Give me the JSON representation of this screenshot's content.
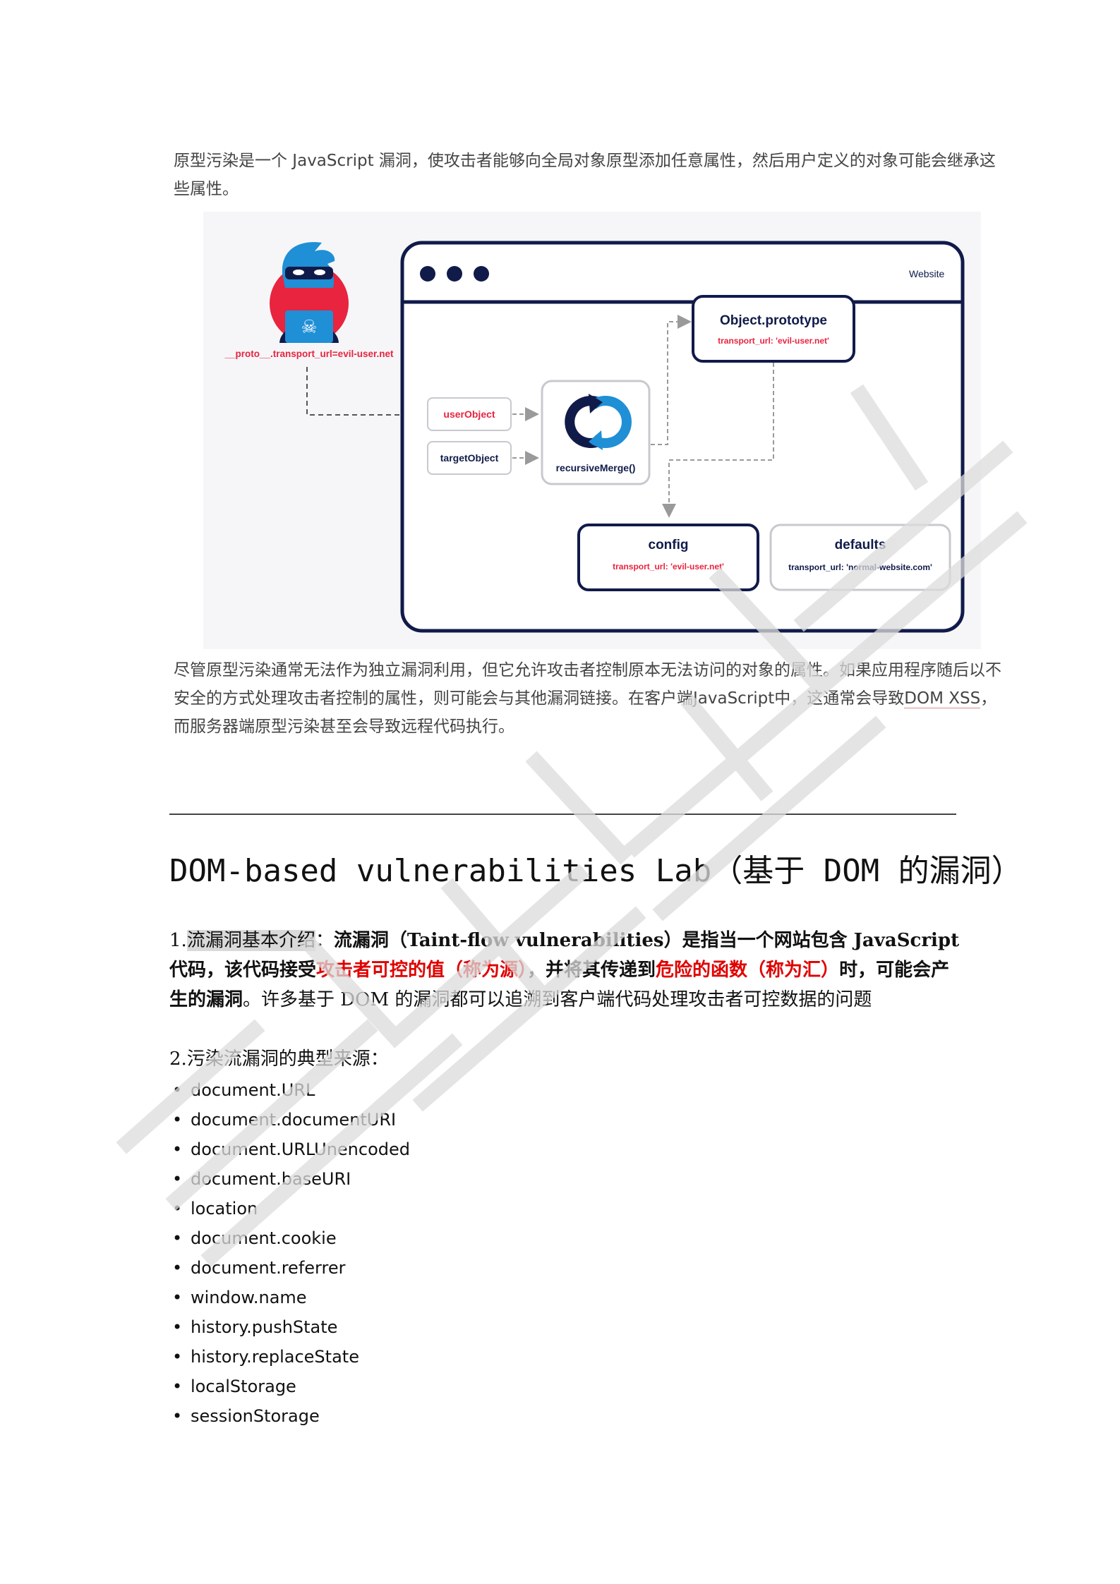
{
  "intro_text": "原型污染是一个 JavaScript 漏洞，使攻击者能够向全局对象原型添加任意属性，然后用户定义的对象可能会继承这些属性。",
  "diagram": {
    "attacker_payload": "__proto__.transport_url=evil-user.net",
    "website_label": "Website",
    "user_object": "userObject",
    "target_object": "targetObject",
    "merge_label": "recursiveMerge()",
    "proto_title": "Object.prototype",
    "proto_value": "transport_url: 'evil-user.net'",
    "config_title": "config",
    "config_value": "transport_url: 'evil-user.net'",
    "defaults_title": "defaults",
    "defaults_value": "transport_url: 'normal-website.com'",
    "colors": {
      "navy": "#101b4a",
      "red": "#e8243f",
      "blue": "#1f8fd6",
      "gray": "#9a9a9a"
    }
  },
  "after_text_1": "尽管原型污染通常无法作为独立漏洞利用，但它允许攻击者控制原本无法访问的对象的属性。如果应用程序随后以不安全的方式处理攻击者控制的属性，则可能会与其他漏洞链接。在客户端JavaScript中，这通常会导致",
  "after_link": "DOM XSS",
  "after_text_2": "，而服务器端原型污染甚至会导致远程代码执行。",
  "heading": "DOM-based vulnerabilities Lab（基于 DOM 的漏洞）",
  "p1": {
    "num": "1.",
    "hl": "流漏洞基本介绍",
    "colon": "：",
    "bold1": "流漏洞（Taint-flow vulnerabilities）是指当一个网站包含 JavaScript 代码，该代码接受",
    "red1": "攻击者可控的值（称为源）",
    "bold2": "，并将其传递到",
    "red2": "危险的函数（称为汇）",
    "bold3": "时，可能会产生的漏洞",
    "rest": "。许多基于 DOM 的漏洞都可以追溯到客户端代码处理攻击者可控数据的问题"
  },
  "p2": "2.污染流漏洞的典型来源：",
  "sources": [
    "document.URL",
    "document.documentURI",
    "document.URLUnencoded",
    "document.baseURI",
    "location",
    "document.cookie",
    "document.referrer",
    "window.name",
    "history.pushState",
    "history.replaceState",
    "localStorage",
    "sessionStorage"
  ]
}
